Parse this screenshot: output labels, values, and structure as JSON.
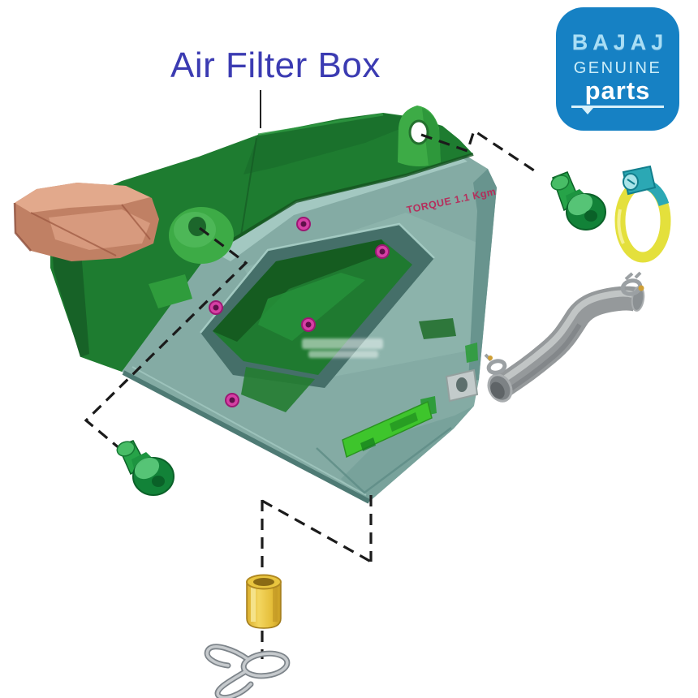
{
  "title": "Air Filter Box",
  "logo": {
    "brand": "BAJAJ",
    "genuine": "GENUINE",
    "parts": "parts"
  },
  "box": {
    "torque_label": "TORQUE 1.1 Kgm"
  },
  "diagram": {
    "parts": [
      "air-filter-box-assembly",
      "intake-snorkel",
      "mounting-ear",
      "mounting-boss",
      "flange-screw-right",
      "flange-screw-left",
      "hose-clamp",
      "breather-pipe",
      "brass-spacer",
      "wire-clip",
      "barcode-label",
      "metal-bracket"
    ]
  },
  "colors": {
    "title_blue": "#3b3bb2",
    "logo_blue": "#1681c4",
    "box_green": "#1e7c30",
    "box_teal": "#84aba4",
    "bright_green": "#3dab46",
    "label_green": "#3ec52c",
    "magenta": "#d63fa4",
    "copper": "#c08064",
    "screw_green": "#128238",
    "clamp_yellow": "#e4e03c",
    "clamp_teal": "#2ba8b4",
    "pipe_gray": "#95999b",
    "brass_gold": "#e9c53f",
    "torque_red": "#bb2255"
  }
}
